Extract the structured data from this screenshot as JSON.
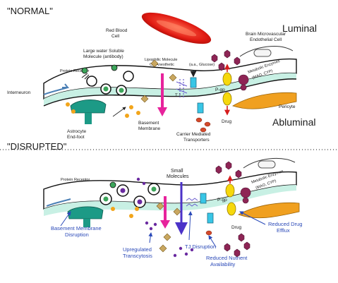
{
  "sections": {
    "normal_title": "\"NORMAL\"",
    "disrupted_title": "\"DISRUPTED\""
  },
  "sides": {
    "luminal": "Luminal",
    "abluminal": "Abluminal"
  },
  "normal": {
    "red_blood_cell": [
      "Red Blood",
      "Cell"
    ],
    "brain_cell": [
      "Brain Microvascular",
      "Endothelial Cell"
    ],
    "large_molecule": [
      "Large water Soluble",
      "Molecule (antibody)"
    ],
    "lipophilic": [
      "Lipophilic Molecule",
      "O₂, Anesthetic"
    ],
    "glucose": "(a.a., Glucose)",
    "protein_receptor": "Protein Receptor",
    "metabolic": [
      "Metabolic Enzymes",
      "(MAO, CYP)"
    ],
    "interneuron": "Interneuron",
    "pgp": "P-gp",
    "tj": "T.J.",
    "pericyte": "Pericyte",
    "astrocyte": [
      "Astrocyte",
      "End-foot"
    ],
    "basement": [
      "Basement",
      "Membrane"
    ],
    "drug": "Drug",
    "carrier": [
      "Carrier Mediated",
      "Transporters"
    ]
  },
  "disrupted": {
    "protein_receptor": "Protein Receptor",
    "small_molecules": [
      "Small",
      "Molecules"
    ],
    "metabolic": [
      "Metabolic Enzymes",
      "(MAO, CYP)"
    ],
    "pgp": "P-gp",
    "drug": "Drug",
    "basement_disruption": [
      "Basement Membrane",
      "Disruption"
    ],
    "upregulated": [
      "Upregulated",
      "Transcytosis"
    ],
    "tj_disruption": "TJ Disruption",
    "reduced_nutrient": [
      "Reduced Nutrient",
      "Availability"
    ],
    "reduced_efflux": [
      "Reduced Drug",
      "Efflux"
    ]
  },
  "colors": {
    "endothelium": "#c8f0e4",
    "astrocyte": "#1c9a86",
    "pericyte": "#f0a020",
    "rbc": "#e01a12",
    "pink_transcytosis": "#e7239c",
    "annotation_blue": "#2a49b8",
    "transporter": "#38c6e6",
    "pgp": "#f6d80c"
  }
}
